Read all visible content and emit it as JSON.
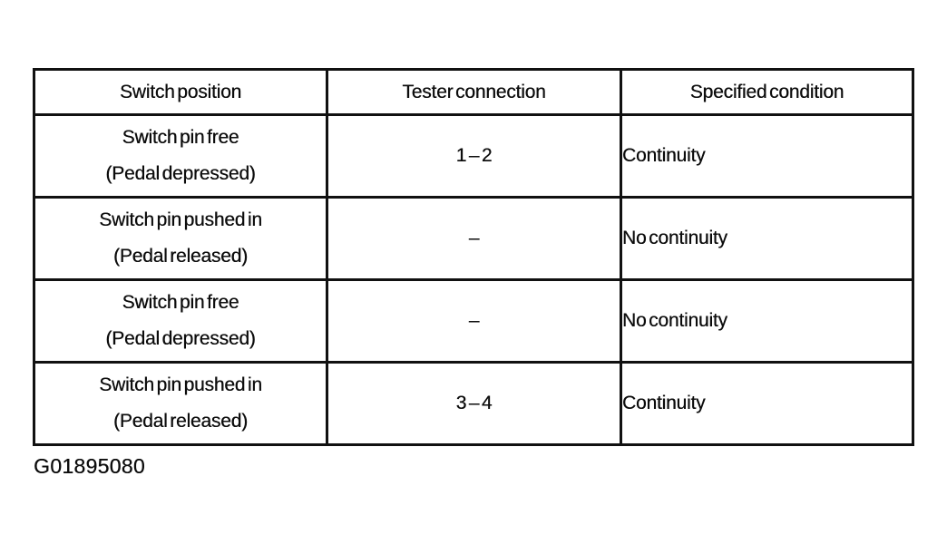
{
  "table": {
    "headers": [
      "Switch position",
      "Tester connection",
      "Specified condition"
    ],
    "rows": [
      {
        "position_line1": "Switch pin free",
        "position_line2": "(Pedal depressed)",
        "tester_connection": "1 – 2",
        "specified_condition": "Continuity"
      },
      {
        "position_line1": "Switch pin pushed in",
        "position_line2": "(Pedal released)",
        "tester_connection": "–",
        "specified_condition": "No continuity"
      },
      {
        "position_line1": "Switch pin free",
        "position_line2": "(Pedal depressed)",
        "tester_connection": "–",
        "specified_condition": "No continuity"
      },
      {
        "position_line1": "Switch pin pushed in",
        "position_line2": "(Pedal released)",
        "tester_connection": "3 – 4",
        "specified_condition": "Continuity"
      }
    ]
  },
  "caption": "G01895080"
}
